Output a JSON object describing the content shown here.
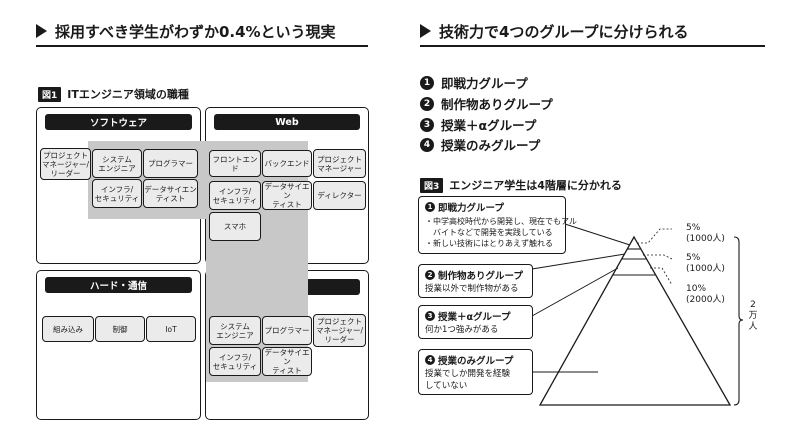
{
  "left": {
    "heading": "採用すべき学生がわずか0.4%という現実",
    "figure": {
      "tag": "図1",
      "title": "ITエンジニア領域の職種"
    },
    "software": {
      "title": "ソフトウェア",
      "jobs": [
        "プロジェクト\nマネージャー/\nリーダー",
        "システム\nエンジニア",
        "プログラマー",
        "インフラ/\nセキュリティ",
        "データサイエン\nティスト"
      ]
    },
    "web": {
      "title": "Web",
      "jobs": [
        "フロントエンド",
        "バックエンド",
        "プロジェクト\nマネージャー",
        "インフラ/\nセキュリティ",
        "データサイエン\nティスト",
        "ディレクター",
        "スマホ"
      ]
    },
    "hard": {
      "title": "ハード・通信",
      "jobs": [
        "組み込み",
        "制御",
        "IoT"
      ]
    },
    "sier": {
      "title": "SIer",
      "jobs": [
        "システム\nエンジニア",
        "プログラマー",
        "プロジェクト\nマネージャー/\nリーダー",
        "インフラ/\nセキュリティ",
        "データサイエン\nティスト"
      ]
    }
  },
  "right": {
    "heading": "技術力で4つのグループに分けられる",
    "groups": [
      {
        "num": "1",
        "label": "即戦力グループ"
      },
      {
        "num": "2",
        "label": "制作物ありグループ"
      },
      {
        "num": "3",
        "label": "授業＋αグループ"
      },
      {
        "num": "4",
        "label": "授業のみグループ"
      }
    ],
    "figure": {
      "tag": "図3",
      "title": "エンジニア学生は4階層に分かれる"
    },
    "callouts": [
      {
        "num": "1",
        "title": "即戦力グループ",
        "body": "・中学高校時代から開発し、現在でもアル\n　バイトなどで開発を実践している\n・新しい技術にはとりあえず触れる"
      },
      {
        "num": "2",
        "title": "制作物ありグループ",
        "body": "授業以外で制作物がある"
      },
      {
        "num": "3",
        "title": "授業＋αグループ",
        "body": "何か1つ強みがある"
      },
      {
        "num": "4",
        "title": "授業のみグループ",
        "body": "授業でしか開発を経験\nしていない"
      }
    ],
    "percentages": [
      {
        "pct": "5%",
        "count": "(1000人)"
      },
      {
        "pct": "5%",
        "count": "(1000人)"
      },
      {
        "pct": "10%",
        "count": "(2000人)"
      }
    ],
    "total": "2\n万\n人"
  }
}
